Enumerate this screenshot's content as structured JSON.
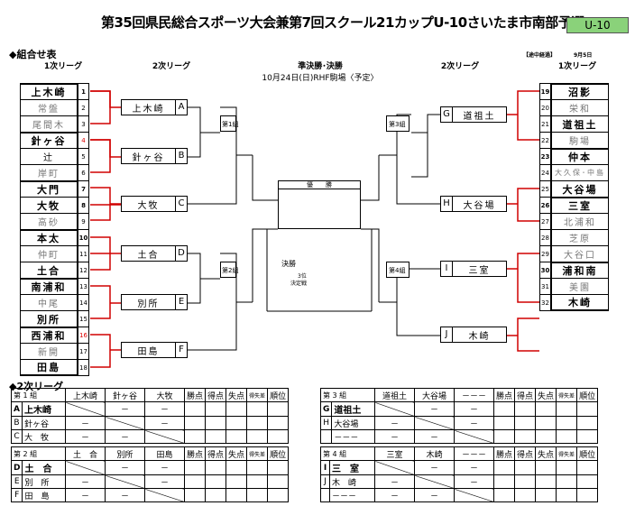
{
  "title": "第35回県民総合スポーツ大会兼第7回スクール21カップU-10さいたま市南部予選",
  "badge": "U-10",
  "section_bracket": "◆組合せ表",
  "section_league": "◆2次リーグ",
  "headers": {
    "first_left": "1次リーグ",
    "second_left": "2次リーグ",
    "final": "準決勝･決勝",
    "venue": "10月24日(日)RHF駒場〈予定〉",
    "second_right": "2次リーグ",
    "first_right": "1次リーグ",
    "status": "【途中経過】",
    "date": "9月5日"
  },
  "left_teams": [
    {
      "name": "上木崎",
      "num": "1"
    },
    {
      "name": "常盤",
      "num": "2"
    },
    {
      "name": "尾間木",
      "num": "3"
    },
    {
      "name": "針ヶ谷",
      "num": "4"
    },
    {
      "name": "辻",
      "num": "5"
    },
    {
      "name": "岸町",
      "num": "6"
    },
    {
      "name": "大門",
      "num": "7"
    },
    {
      "name": "大牧",
      "num": "8"
    },
    {
      "name": "高砂",
      "num": "9"
    },
    {
      "name": "本太",
      "num": "10"
    },
    {
      "name": "仲町",
      "num": "11"
    },
    {
      "name": "土合",
      "num": "12"
    },
    {
      "name": "南浦和",
      "num": "13"
    },
    {
      "name": "中尾",
      "num": "14"
    },
    {
      "name": "別所",
      "num": "15"
    },
    {
      "name": "西浦和",
      "num": "16"
    },
    {
      "name": "新開",
      "num": "17"
    },
    {
      "name": "田島",
      "num": "18"
    }
  ],
  "right_teams": [
    {
      "name": "沼影",
      "num": "19"
    },
    {
      "name": "栄和",
      "num": "20"
    },
    {
      "name": "道祖土",
      "num": "21"
    },
    {
      "name": "駒場",
      "num": "22"
    },
    {
      "name": "仲本",
      "num": "23"
    },
    {
      "name": "大久保･中島",
      "num": "24"
    },
    {
      "name": "大谷場",
      "num": "25"
    },
    {
      "name": "三室",
      "num": "26"
    },
    {
      "name": "北浦和",
      "num": "27"
    },
    {
      "name": "芝原",
      "num": "28"
    },
    {
      "name": "大谷口",
      "num": "29"
    },
    {
      "name": "浦和南",
      "num": "30"
    },
    {
      "name": "美園",
      "num": "31"
    },
    {
      "name": "木崎",
      "num": "32"
    }
  ],
  "left_second": [
    {
      "name": "上木崎",
      "letter": "A"
    },
    {
      "name": "針ヶ谷",
      "letter": "B"
    },
    {
      "name": "大牧",
      "letter": "C"
    },
    {
      "name": "土合",
      "letter": "D"
    },
    {
      "name": "別所",
      "letter": "E"
    },
    {
      "name": "田島",
      "letter": "F"
    }
  ],
  "right_second": [
    {
      "name": "道祖土",
      "letter": "G"
    },
    {
      "name": "大谷場",
      "letter": "H"
    },
    {
      "name": "三室",
      "letter": "I"
    },
    {
      "name": "木崎",
      "letter": "J"
    }
  ],
  "groups": {
    "g1": "第1組",
    "g2": "第2組",
    "g3": "第3組",
    "g4": "第4組"
  },
  "final": {
    "winner": "優　　勝",
    "final_label": "決勝",
    "third": "3位",
    "third2": "決定戦"
  },
  "league_cols": [
    "勝点",
    "得点",
    "失点",
    "得失差",
    "順位"
  ],
  "league_tables": [
    {
      "group": "第 1 組",
      "teams": [
        "上木崎",
        "針ヶ谷",
        "大牧"
      ],
      "rows": [
        {
          "letter": "A",
          "name": "上木崎",
          "cells": [
            "",
            "－",
            "－"
          ]
        },
        {
          "letter": "B",
          "name": "針ヶ谷",
          "cells": [
            "－",
            "",
            "－"
          ]
        },
        {
          "letter": "C",
          "name": "大　牧",
          "cells": [
            "－",
            "－",
            ""
          ]
        }
      ]
    },
    {
      "group": "第 2 組",
      "teams": [
        "土　合",
        "別所",
        "田島"
      ],
      "rows": [
        {
          "letter": "D",
          "name": "土　合",
          "cells": [
            "",
            "－",
            "－"
          ]
        },
        {
          "letter": "E",
          "name": "別　所",
          "cells": [
            "－",
            "",
            "－"
          ]
        },
        {
          "letter": "F",
          "name": "田　島",
          "cells": [
            "－",
            "－",
            ""
          ]
        }
      ]
    },
    {
      "group": "第 3 組",
      "teams": [
        "道祖土",
        "大谷場",
        "－－－"
      ],
      "rows": [
        {
          "letter": "G",
          "name": "道祖土",
          "cells": [
            "",
            "－",
            "－"
          ]
        },
        {
          "letter": "H",
          "name": "大谷場",
          "cells": [
            "－",
            "",
            "－"
          ]
        },
        {
          "letter": "",
          "name": "－－－",
          "cells": [
            "－",
            "－",
            ""
          ]
        }
      ]
    },
    {
      "group": "第 4 組",
      "teams": [
        "三室",
        "木崎",
        "－－－"
      ],
      "rows": [
        {
          "letter": "I",
          "name": "三　室",
          "cells": [
            "",
            "－",
            "－"
          ]
        },
        {
          "letter": "J",
          "name": "木　崎",
          "cells": [
            "－",
            "",
            "－"
          ]
        },
        {
          "letter": "",
          "name": "－－－",
          "cells": [
            "－",
            "－",
            ""
          ]
        }
      ]
    }
  ],
  "colors": {
    "red": "#d00000",
    "badge": "#8ad27a"
  }
}
